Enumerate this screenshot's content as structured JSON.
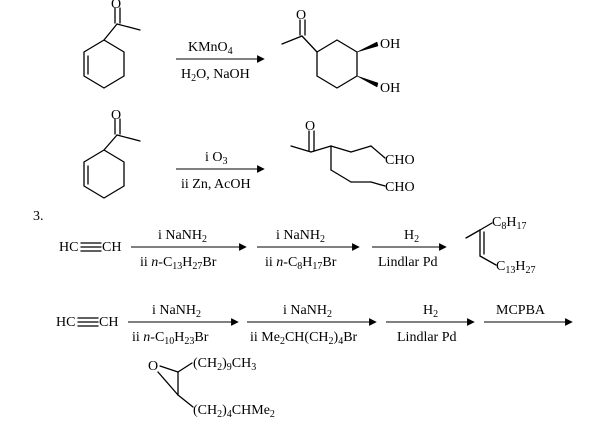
{
  "problem_number": "3.",
  "reaction_1": {
    "reagent_top": [
      "KMnO",
      "4"
    ],
    "reagent_bottom": [
      "H",
      "2",
      "O, NaOH"
    ],
    "product": {
      "oxygen": "O",
      "oh_top": "OH",
      "oh_bottom": "OH"
    },
    "start_oxygen": "O"
  },
  "reaction_2": {
    "reagent_top": "i O",
    "reagent_top_sub": "3",
    "reagent_bottom": "ii Zn, AcOH",
    "start_oxygen": "O",
    "product": {
      "oxygen": "O",
      "cho_top": "CHO",
      "cho_bottom": "CHO"
    }
  },
  "reaction_3": {
    "start": "HC",
    "start_end": "CH",
    "steps": [
      {
        "top": [
          "i NaNH",
          "2"
        ],
        "bottom": [
          "ii ",
          "n",
          "-C",
          "13",
          "H",
          "27",
          "Br"
        ]
      },
      {
        "top": [
          "i NaNH",
          "2"
        ],
        "bottom": [
          "ii ",
          "n",
          "-C",
          "8",
          "H",
          "17",
          "Br"
        ]
      },
      {
        "top": [
          "H",
          "2"
        ],
        "bottom": [
          "Lindlar Pd"
        ]
      }
    ],
    "product": {
      "top": [
        "C",
        "8",
        "H",
        "17"
      ],
      "bottom": [
        "C",
        "13",
        "H",
        "27"
      ]
    }
  },
  "reaction_4": {
    "start": "HC",
    "start_end": "CH",
    "steps": [
      {
        "top": [
          "i NaNH",
          "2"
        ],
        "bottom": [
          "ii ",
          "n",
          "-C",
          "10",
          "H",
          "23",
          "Br"
        ]
      },
      {
        "top": [
          "i NaNH",
          "2"
        ],
        "bottom": [
          "ii Me",
          "2",
          "CH(CH",
          "2",
          ")",
          "4",
          "Br"
        ]
      },
      {
        "top": [
          "H",
          "2"
        ],
        "bottom": [
          "Lindlar Pd"
        ]
      },
      {
        "top": [
          "MCPBA"
        ],
        "bottom": []
      }
    ],
    "product": {
      "oxygen": "O",
      "sub_top": [
        "(CH",
        "2",
        ")",
        "9",
        "CH",
        "3"
      ],
      "sub_bottom": [
        "(CH",
        "2",
        ")",
        "4",
        "CHMe",
        "2"
      ]
    }
  }
}
